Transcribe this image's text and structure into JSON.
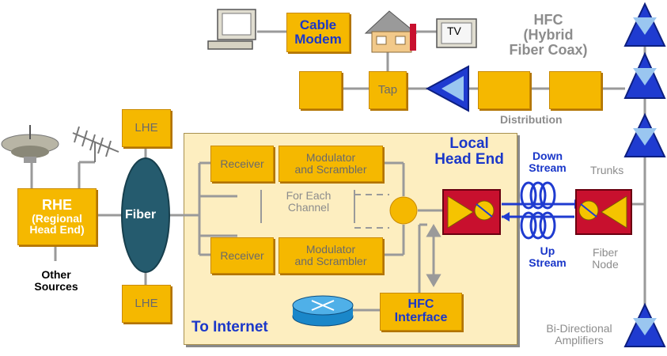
{
  "top": {
    "cable_modem": "Cable\nModem",
    "tv": "TV",
    "hfc_title": "HFC\n(Hybrid\nFiber Coax)",
    "tap": "Tap",
    "distribution": "Distribution"
  },
  "left": {
    "lhe_top": "LHE",
    "lhe_bottom": "LHE",
    "rhe": "RHE",
    "rhe_sub": "(Regional\nHead End)",
    "fiber": "Fiber",
    "other_sources": "Other\nSources"
  },
  "head_end": {
    "title": "Local\nHead End",
    "receiver_top": "Receiver",
    "receiver_bottom": "Receiver",
    "modulator_top": "Modulator\nand Scrambler",
    "modulator_bottom": "Modulator\nand Scrambler",
    "for_each_channel": "For Each\nChannel",
    "hfc_interface": "HFC\nInterface",
    "to_internet": "To Internet"
  },
  "right": {
    "down_stream": "Down\nStream",
    "up_stream": "Up\nStream",
    "trunks": "Trunks",
    "fiber_node": "Fiber\nNode",
    "bidirectional_amplifiers": "Bi-Directional\nAmplifiers"
  },
  "colors": {
    "box_fill": "#f5b800",
    "head_end_panel": "#fdeec0",
    "label_blue": "#1a37c9",
    "label_grey": "#8c8c8c",
    "amplifier_blue": "#1f3bd0",
    "optical_red": "#c8102e",
    "line_grey": "#9a9a9a"
  },
  "icons": [
    "computer-icon",
    "house-icon",
    "satellite-dish-icon",
    "antenna-icon",
    "router-icon",
    "coil-icon",
    "amplifier-icon",
    "optical-converter-icon"
  ]
}
